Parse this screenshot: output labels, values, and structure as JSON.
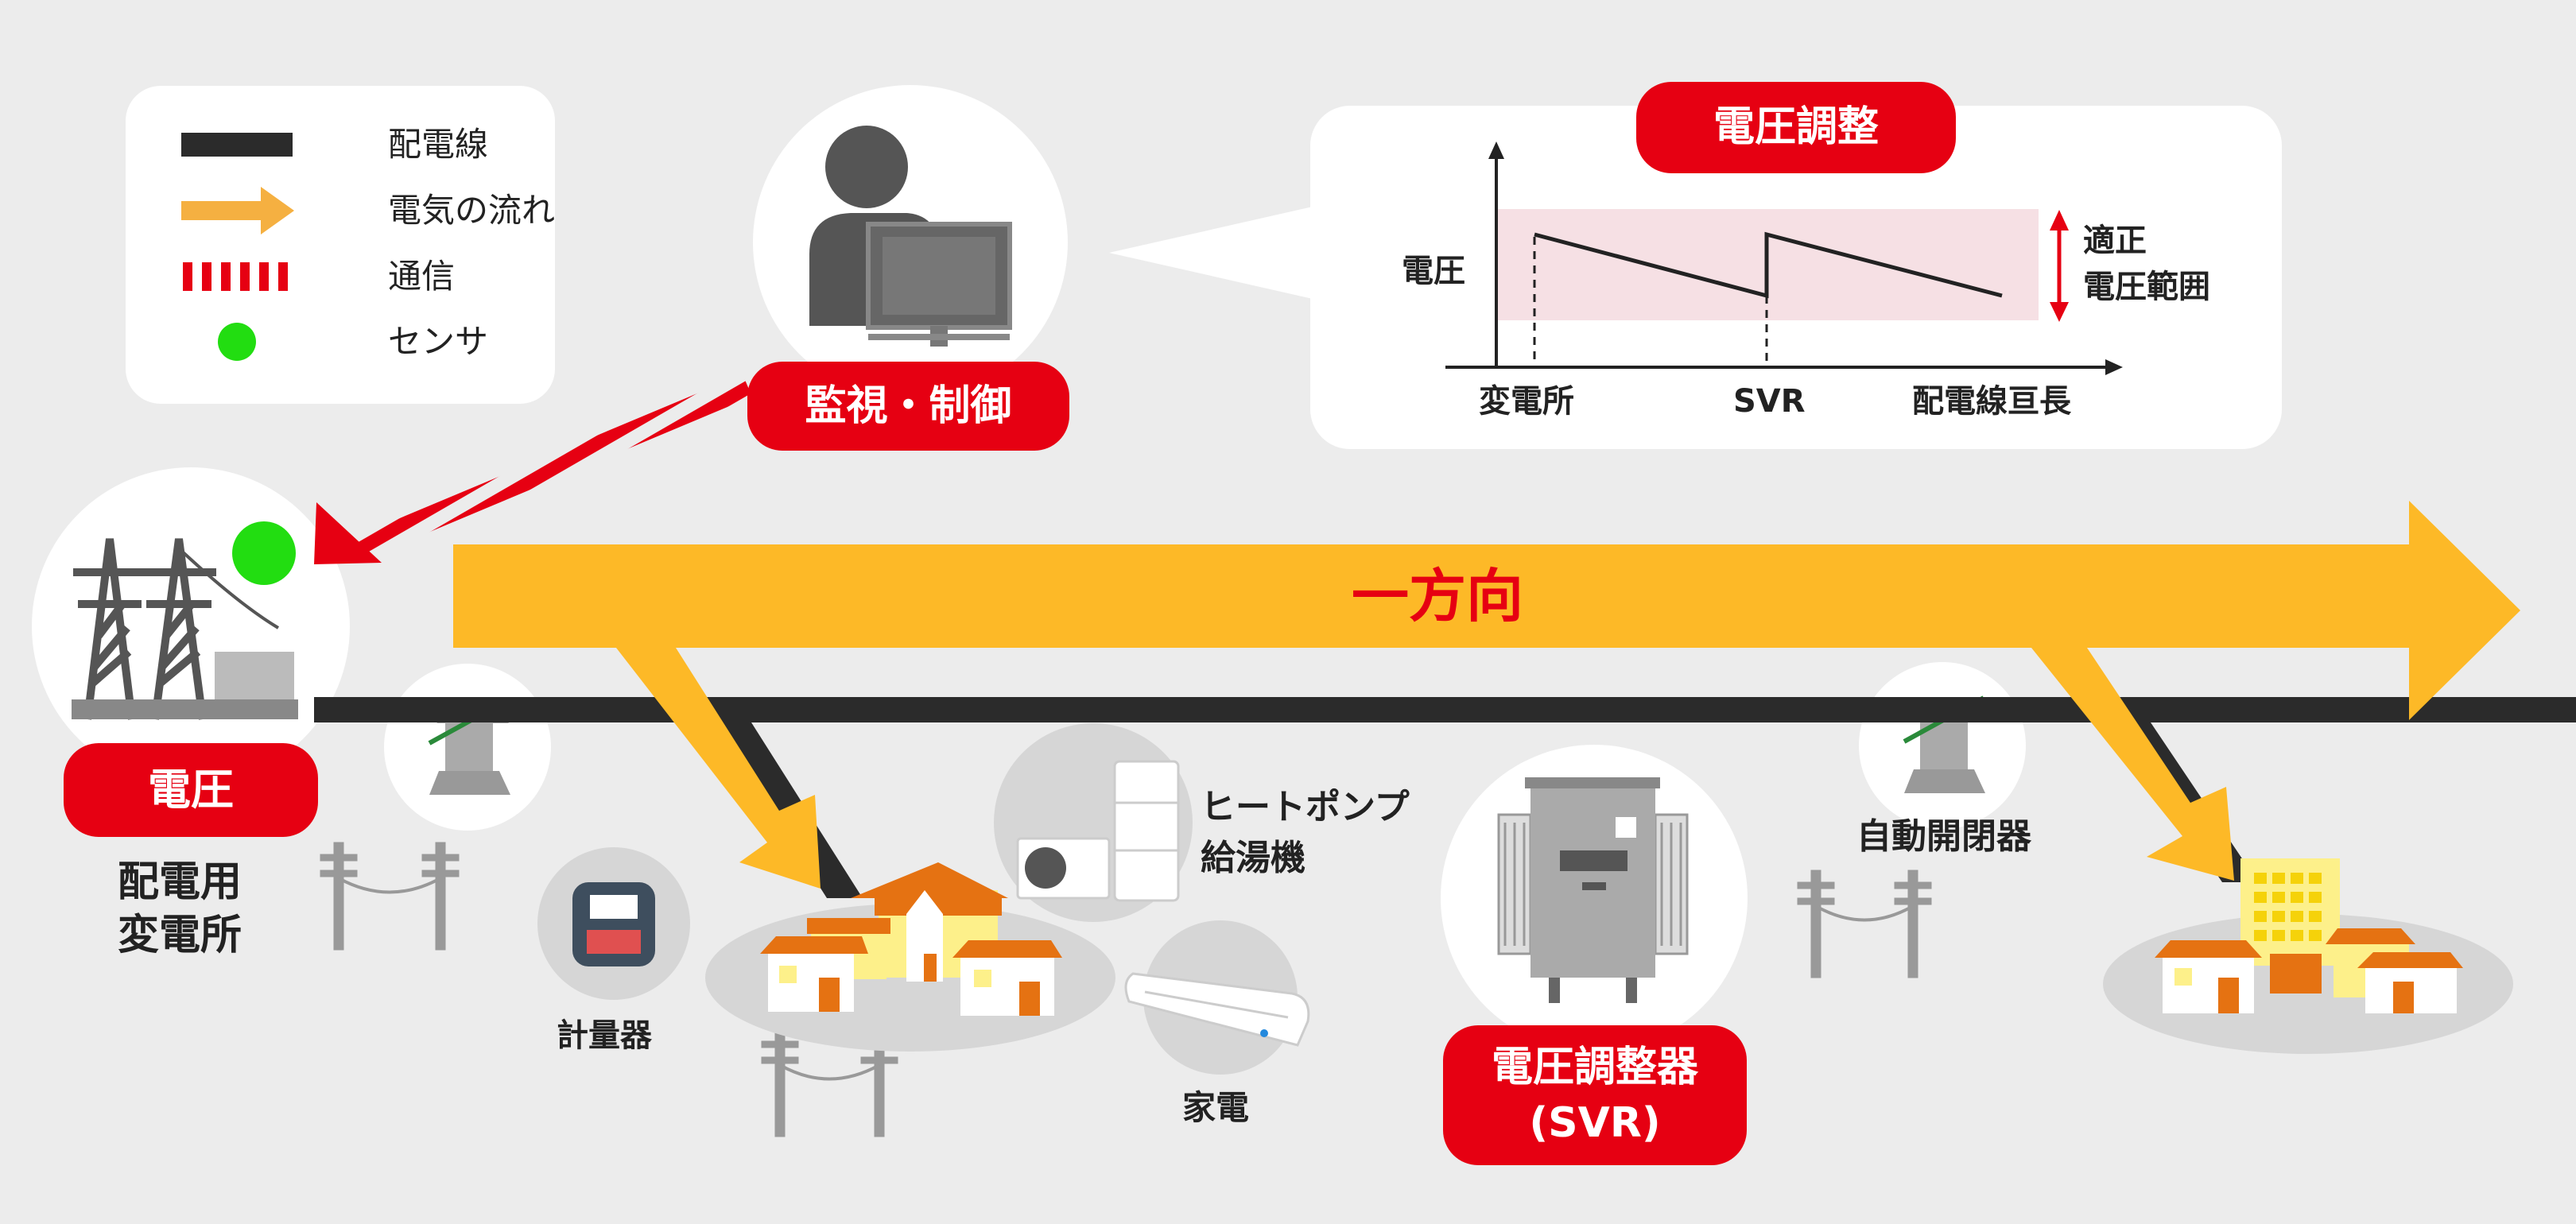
{
  "legend": {
    "items": [
      {
        "symbol": "line-black",
        "label": "配電線"
      },
      {
        "symbol": "arrow-orange",
        "label": "電気の流れ"
      },
      {
        "symbol": "dashed-red",
        "label": "通信"
      },
      {
        "symbol": "dot-green",
        "label": "センサ"
      }
    ]
  },
  "monitor": {
    "badge": "監視・制御"
  },
  "graph": {
    "badge": "電圧調整",
    "ylabel": "電圧",
    "xticks": [
      "変電所",
      "SVR",
      "配電線亘長"
    ],
    "range_label_line1": "適正",
    "range_label_line2": "電圧範囲"
  },
  "flow": {
    "label": "一方向"
  },
  "substation": {
    "badge": "電圧",
    "label_line1": "配電用",
    "label_line2": "変電所"
  },
  "meter": {
    "label": "計量器"
  },
  "heatpump": {
    "label_line1": "ヒートポンプ",
    "label_line2": "給湯機"
  },
  "appliance": {
    "label": "家電"
  },
  "svr": {
    "badge_line1": "電圧調整器",
    "badge_line2": "(SVR)"
  },
  "switch": {
    "label": "自動開閉器"
  },
  "colors": {
    "accent_red": "#e60012",
    "flow_orange": "#fdb927",
    "line_black": "#2b2b2b",
    "sensor_green": "#22dd11",
    "range_pink": "#f6e0e4"
  }
}
